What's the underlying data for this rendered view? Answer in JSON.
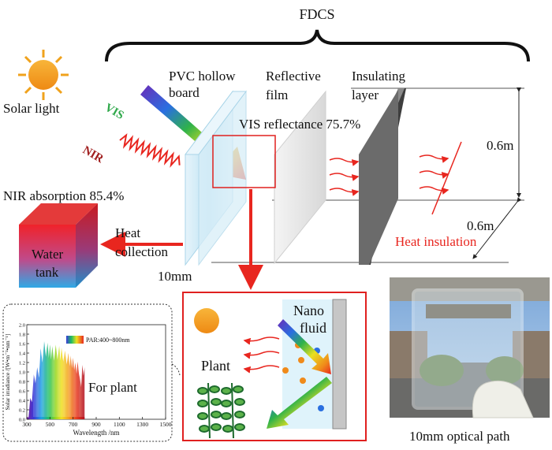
{
  "title": "FDCS",
  "labels": {
    "solar_light": "Solar light",
    "vis": "VIS",
    "nir": "NIR",
    "nir_absorption": "NIR absorption 85.4%",
    "pvc_line1": "PVC hollow",
    "pvc_line2": "board",
    "reflective_line1": "Reflective",
    "reflective_line2": "film",
    "insulating_line1": "Insulating",
    "insulating_line2": "layer",
    "vis_reflectance": "VIS reflectance 75.7%",
    "dim_height": "0.6m",
    "dim_depth": "0.6m",
    "heat_insulation": "Heat insulation",
    "heat_line1": "Heat",
    "heat_line2": "collection",
    "water_line1": "Water",
    "water_line2": "tank",
    "thickness": "10mm",
    "nano_line1": "Nano",
    "nano_line2": "fluid",
    "plant": "Plant",
    "for_plant": "For plant",
    "optical_path": "10mm optical path"
  },
  "colors": {
    "heat_red": "#e8261f",
    "vis_green": "#2fa84a",
    "nir_red": "#a01e1e",
    "box_outline": "#e0201f",
    "water_top": "#f0222a",
    "water_bottom": "#2fa9e6",
    "panel_blue": "#cfe8f4",
    "insulation_gray": "#6b6b6b"
  },
  "chart_data": {
    "type": "area",
    "ylabel": "Solar irradiance /[W•m⁻²•nm⁻¹]",
    "xlabel": "Wavelength /nm",
    "legend": "PAR:400~800nm",
    "xlim": [
      300,
      1500
    ],
    "ylim": [
      0,
      2.0
    ],
    "x_ticks": [
      "300",
      "500",
      "700",
      "900",
      "1100",
      "1300",
      "1500"
    ],
    "y_ticks": [
      "0.0",
      "0.2",
      "0.4",
      "0.6",
      "0.8",
      "1.0",
      "1.2",
      "1.4",
      "1.6",
      "1.8",
      "2.0"
    ],
    "series": [
      {
        "x": [
          300,
          330,
          360,
          390,
          420,
          450,
          480,
          500,
          520,
          550,
          580,
          600,
          630,
          660,
          680,
          700,
          720,
          740,
          760,
          780,
          800
        ],
        "y": [
          0.05,
          0.45,
          0.95,
          1.1,
          1.5,
          1.65,
          1.62,
          1.58,
          1.55,
          1.58,
          1.55,
          1.52,
          1.45,
          1.4,
          1.35,
          1.3,
          1.2,
          1.22,
          0.85,
          1.15,
          1.1
        ]
      }
    ]
  }
}
